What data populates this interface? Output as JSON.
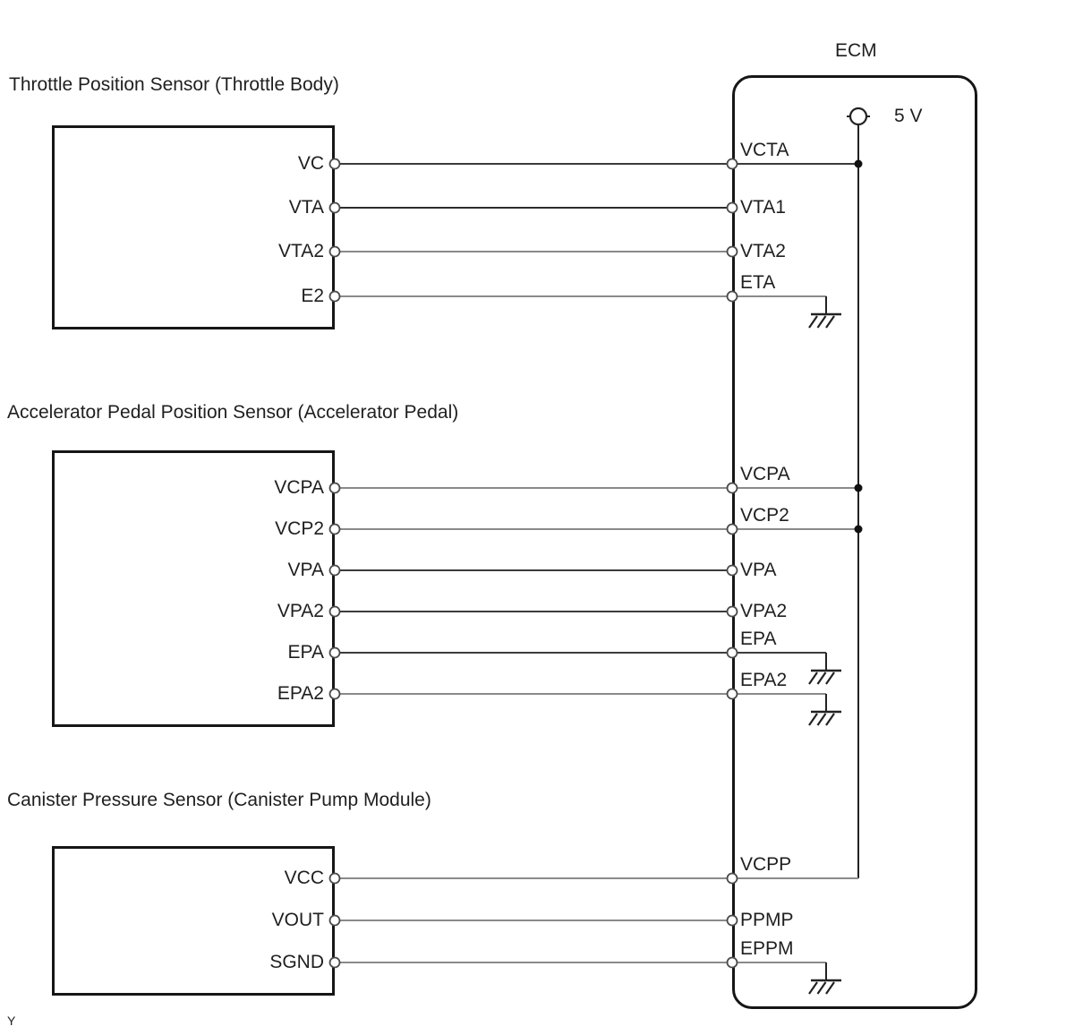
{
  "page": {
    "footer_label": "Y"
  },
  "ecm": {
    "title": "ECM",
    "supply_label": "5 V"
  },
  "sensors": [
    {
      "title": "Throttle Position Sensor (Throttle Body)",
      "pins": [
        "VC",
        "VTA",
        "VTA2",
        "E2"
      ]
    },
    {
      "title": "Accelerator Pedal Position Sensor (Accelerator Pedal)",
      "pins": [
        "VCPA",
        "VCP2",
        "VPA",
        "VPA2",
        "EPA",
        "EPA2"
      ]
    },
    {
      "title": "Canister Pressure Sensor (Canister Pump Module)",
      "pins": [
        "VCC",
        "VOUT",
        "SGND"
      ]
    }
  ],
  "connections": [
    {
      "sensor_pin": "VC",
      "ecm_pin": "VCTA",
      "to_5v": true,
      "grounded": false,
      "supply_feed": false
    },
    {
      "sensor_pin": "VTA",
      "ecm_pin": "VTA1",
      "to_5v": false,
      "grounded": false,
      "supply_feed": false
    },
    {
      "sensor_pin": "VTA2",
      "ecm_pin": "VTA2",
      "to_5v": false,
      "grounded": false,
      "supply_feed": false
    },
    {
      "sensor_pin": "E2",
      "ecm_pin": "ETA",
      "to_5v": false,
      "grounded": true,
      "supply_feed": false
    },
    {
      "sensor_pin": "VCPA",
      "ecm_pin": "VCPA",
      "to_5v": true,
      "grounded": false,
      "supply_feed": false
    },
    {
      "sensor_pin": "VCP2",
      "ecm_pin": "VCP2",
      "to_5v": true,
      "grounded": false,
      "supply_feed": false
    },
    {
      "sensor_pin": "VPA",
      "ecm_pin": "VPA",
      "to_5v": false,
      "grounded": false,
      "supply_feed": false
    },
    {
      "sensor_pin": "VPA2",
      "ecm_pin": "VPA2",
      "to_5v": false,
      "grounded": false,
      "supply_feed": false
    },
    {
      "sensor_pin": "EPA",
      "ecm_pin": "EPA",
      "to_5v": false,
      "grounded": true,
      "supply_feed": false
    },
    {
      "sensor_pin": "EPA2",
      "ecm_pin": "EPA2",
      "to_5v": false,
      "grounded": true,
      "supply_feed": false
    },
    {
      "sensor_pin": "VCC",
      "ecm_pin": "VCPP",
      "to_5v": false,
      "grounded": false,
      "supply_feed": true
    },
    {
      "sensor_pin": "VOUT",
      "ecm_pin": "PPMP",
      "to_5v": false,
      "grounded": false,
      "supply_feed": false
    },
    {
      "sensor_pin": "SGND",
      "ecm_pin": "EPPM",
      "to_5v": false,
      "grounded": true,
      "supply_feed": false
    }
  ],
  "colors": {
    "wire_gray": "#8a8a8a",
    "wire_dark": "#3c3c3c",
    "wire_black": "#2d2d2d",
    "line_black": "#222222",
    "border_black": "#161616"
  }
}
